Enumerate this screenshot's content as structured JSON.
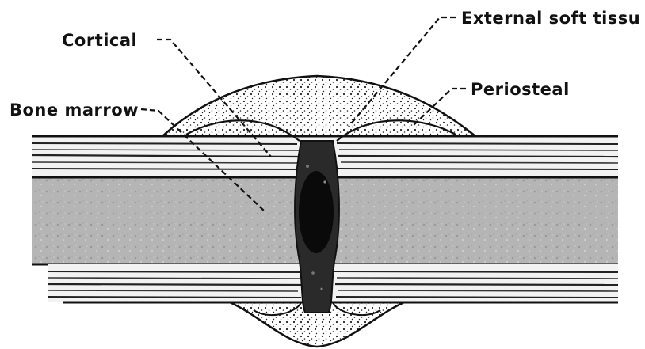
{
  "labels": {
    "cortical": "Cortical",
    "external_soft_tissue": "External soft tissu",
    "periosteal": "Periosteal",
    "bone_marrow": "Bone marrow"
  },
  "colors": {
    "ink": "#111111",
    "marrow": "#b5b5b5",
    "clot": "#1a1a1a",
    "background": "#ffffff"
  }
}
